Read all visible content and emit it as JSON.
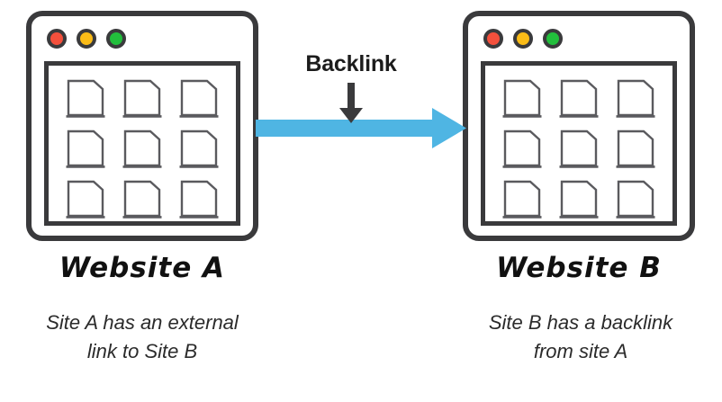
{
  "diagram": {
    "title": "Backlink relationship between two websites",
    "background_color": "#ffffff",
    "connector_color": "#4fb5e3",
    "frame_color": "#3a3a3c",
    "text_color": "#1c1c1c"
  },
  "connector": {
    "label": "Backlink",
    "direction": "left-to-right",
    "arrow_color": "#4fb5e3",
    "pointer_color": "#3a3a3c"
  },
  "nodes": [
    {
      "id": "website-a",
      "title": "Website A",
      "caption_lines": [
        "Site A has an external",
        "link to Site B"
      ],
      "window": {
        "dots": [
          {
            "name": "close-dot",
            "color": "#f4503c"
          },
          {
            "name": "minimize-dot",
            "color": "#fbbc17"
          },
          {
            "name": "maximize-dot",
            "color": "#22bf3c"
          }
        ],
        "page_count": 9
      }
    },
    {
      "id": "website-b",
      "title": "Website B",
      "caption_lines": [
        "Site B has a backlink",
        "from site A"
      ],
      "window": {
        "dots": [
          {
            "name": "close-dot",
            "color": "#f4503c"
          },
          {
            "name": "minimize-dot",
            "color": "#fbbc17"
          },
          {
            "name": "maximize-dot",
            "color": "#22bf3c"
          }
        ],
        "page_count": 9
      }
    }
  ],
  "icons": {
    "document": "document-page-icon",
    "down_arrow": "arrow-down-icon",
    "right_arrow": "arrow-right-icon"
  }
}
